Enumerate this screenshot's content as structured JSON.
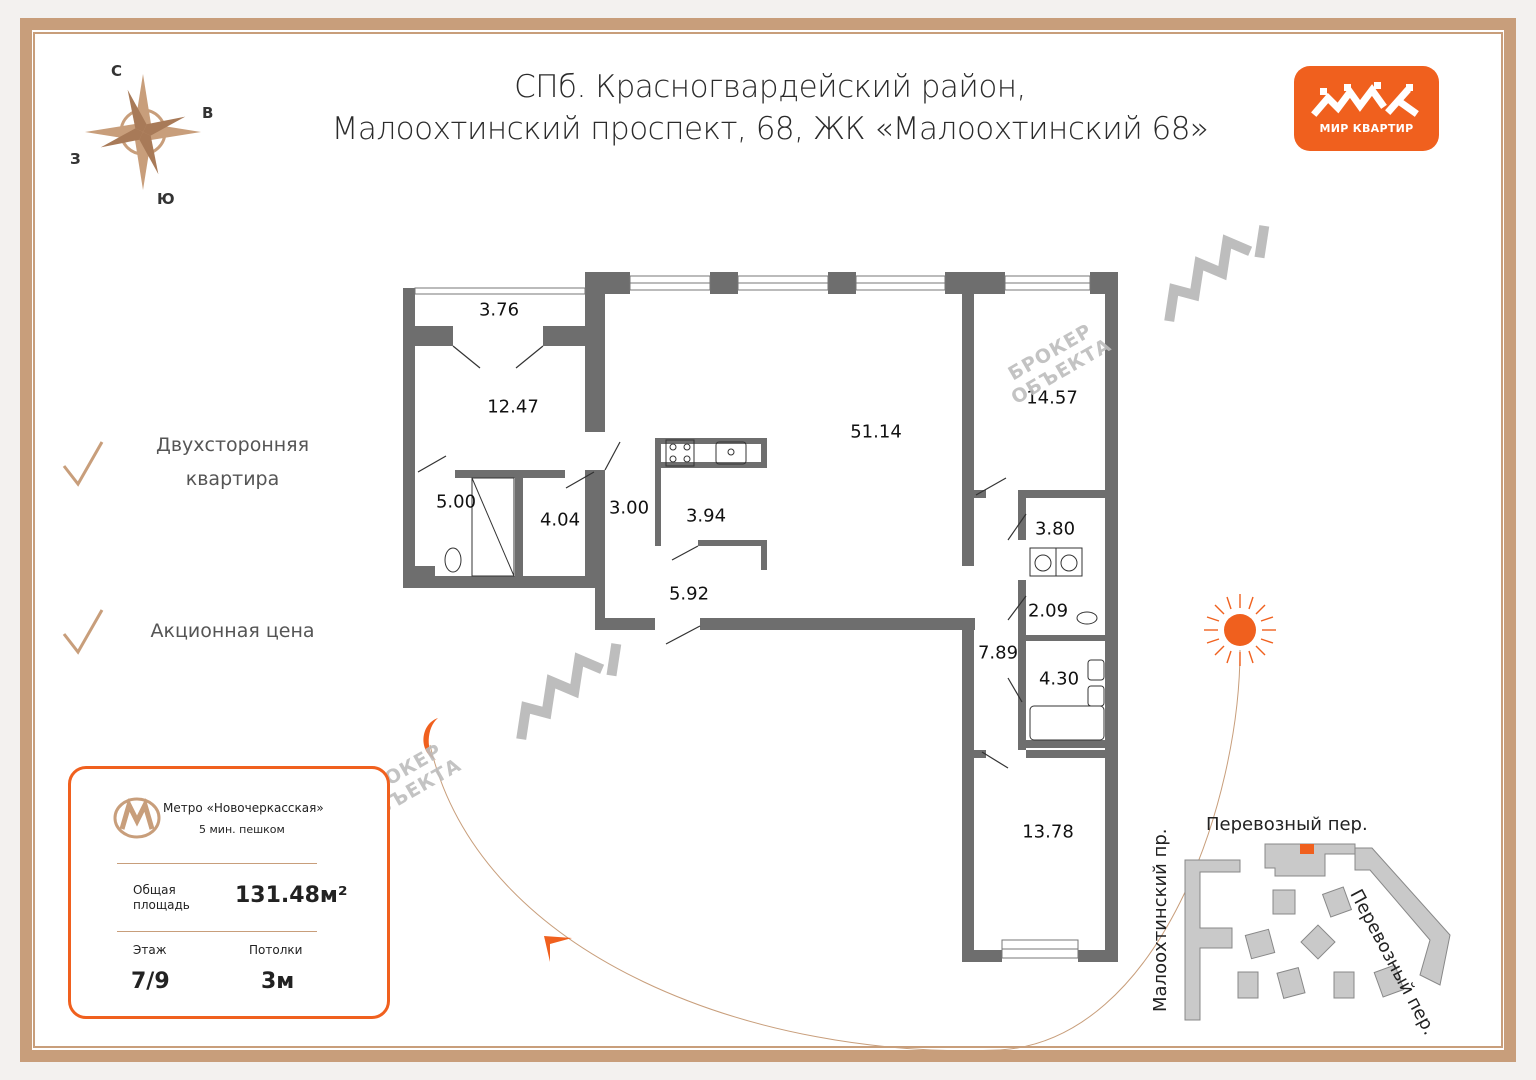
{
  "header": {
    "title_line1": "СПб. Красногвардейский район,",
    "title_line2": "Малоохтинский проспект, 68, ЖК «Малоохтинский 68»"
  },
  "logo": {
    "text": "МИР КВАРТИР",
    "bg_color": "#f0601e"
  },
  "compass": {
    "north": "С",
    "east": "В",
    "west": "З",
    "south": "Ю"
  },
  "features": [
    {
      "line1": "Двухсторонняя",
      "line2": "квартира"
    },
    {
      "line1": "Акционная цена"
    }
  ],
  "rooms": {
    "balcony": "3.76",
    "bedroom_left": "12.47",
    "living": "51.14",
    "bedroom_right_top": "14.57",
    "bath_left": "5.00",
    "room_404": "4.04",
    "corridor_left": "3.00",
    "kitchen": "3.94",
    "hall": "5.92",
    "laundry": "3.80",
    "toilet": "2.09",
    "corridor_right": "7.89",
    "bathroom_right": "4.30",
    "bedroom_right_bottom": "13.78"
  },
  "watermark": {
    "line1": "БРОКЕР",
    "line2": "ОБЪЕКТА"
  },
  "info": {
    "metro_name": "Метро «Новочеркасская»",
    "metro_time": "5 мин. пешком",
    "area_label_1": "Общая",
    "area_label_2": "площадь",
    "area_value": "131.48м²",
    "floor_label": "Этаж",
    "floor_value": "7/9",
    "ceiling_label": "Потолки",
    "ceiling_value": "3м"
  },
  "map": {
    "street_top": "Перевозный пер.",
    "street_right": "Перевозный пер.",
    "street_left": "Малоохтинский пр."
  },
  "colors": {
    "accent": "#f0601e",
    "frame": "#c89e7b",
    "wall": "#6e6e6e"
  }
}
